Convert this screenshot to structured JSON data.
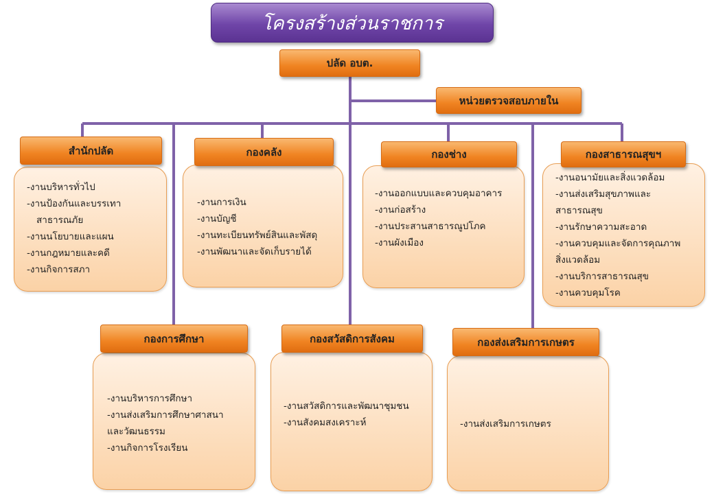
{
  "title": "โครงสร้างส่วนราชการ",
  "top": "ปลัด อบต.",
  "audit": "หน่วยตรวจสอบภายใน",
  "divisions": [
    {
      "title": "สำนักปลัด",
      "items": [
        "-งานบริหารทั่วไป",
        "-งานป้องกันและบรรเทา",
        "สาธารณภัย",
        "-งานนโยบายและแผน",
        "-งานกฎหมายและคดี",
        "-งานกิจการสภา"
      ]
    },
    {
      "title": "กองคลัง",
      "items": [
        "-งานการเงิน",
        "-งานบัญชี",
        "-งานทะเบียนทรัพย์สินและพัสดุ",
        "-งานพัฒนาและจัดเก็บรายได้"
      ]
    },
    {
      "title": "กองช่าง",
      "items": [
        "-งานออกแบบและควบคุมอาคาร",
        "-งานก่อสร้าง",
        "-งานประสานสาธารณูปโภค",
        "-งานผังเมือง"
      ]
    },
    {
      "title": "กองสาธารณสุขฯ",
      "items": [
        "-งานอนามัยและสิ่งแวดล้อม",
        "-งานส่งเสริมสุขภาพและ",
        "สาธารณสุข",
        "-งานรักษาความสะอาด",
        "-งานควบคุมและจัดการคุณภาพ",
        "สิ่งแวดล้อม",
        "-งานบริการสาธารณสุข",
        "-งานควบคุมโรค"
      ]
    },
    {
      "title": "กองการศึกษา",
      "items": [
        "-งานบริหารการศึกษา",
        "-งานส่งเสริมการศึกษาศาสนา",
        "และวัฒนธรรม",
        "-งานกิจการโรงเรียน"
      ]
    },
    {
      "title": "กองสวัสดิการสังคม",
      "items": [
        "-งานสวัสดิการและพัฒนาชุมชน",
        "-งานสังคมสงเคราะห์"
      ]
    },
    {
      "title": "กองส่งเสริมการเกษตร",
      "items": [
        "-งานส่งเสริมการเกษตร"
      ]
    }
  ]
}
